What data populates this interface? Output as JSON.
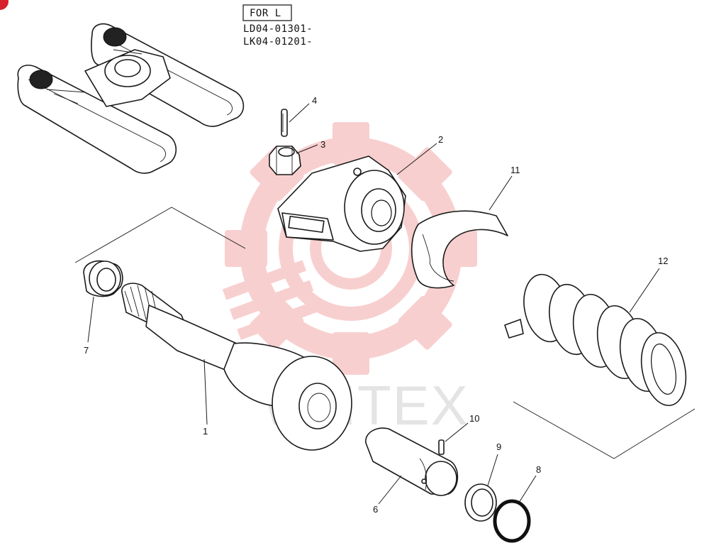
{
  "header": {
    "box_label": "FOR L",
    "serial_1": "LD04-01301-",
    "serial_2": "LK04-01201-"
  },
  "watermark": {
    "text": "WHTEX",
    "gear_color": "#f4a9a9",
    "icon": "gear-logo-icon"
  },
  "parts": [
    {
      "id": "part-1",
      "number": "1"
    },
    {
      "id": "part-2",
      "number": "2"
    },
    {
      "id": "part-3",
      "number": "3"
    },
    {
      "id": "part-4",
      "number": "4"
    },
    {
      "id": "part-6",
      "number": "6"
    },
    {
      "id": "part-7",
      "number": "7"
    },
    {
      "id": "part-8",
      "number": "8"
    },
    {
      "id": "part-9",
      "number": "9"
    },
    {
      "id": "part-10",
      "number": "10"
    },
    {
      "id": "part-11",
      "number": "11"
    },
    {
      "id": "part-12",
      "number": "12"
    }
  ]
}
